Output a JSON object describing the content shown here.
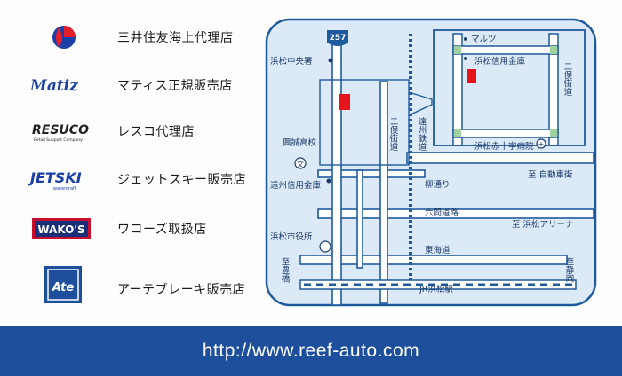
{
  "dealers": [
    {
      "label": "三井住友海上代理店",
      "logo": "mitsui-sumitomo-logo",
      "logo_text": ""
    },
    {
      "label": "マティス正規販売店",
      "logo": "matiz-logo",
      "logo_text": "Matiz"
    },
    {
      "label": "レスコ代理店",
      "logo": "resuco-logo",
      "logo_text": "RESUCO",
      "logo_subtext": "Retail Support Company"
    },
    {
      "label": "ジェットスキー販売店",
      "logo": "jetski-logo",
      "logo_text": "JETSKI",
      "logo_subtext": "watercraft"
    },
    {
      "label": "ワコーズ取扱店",
      "logo": "wakos-logo",
      "logo_text": "WAKO'S"
    },
    {
      "label": "アーテブレーキ販売店",
      "logo": "ate-logo",
      "logo_text": "Ate"
    }
  ],
  "map": {
    "route_number": "257",
    "labels": {
      "hamamatsu_police": "浜松中央署",
      "kohkou": "興誠高校",
      "enshu_shinkin": "遠州信用金庫",
      "hamamatsu_city_hall": "浜松市役所",
      "to_toyohashi": "至豊橋",
      "to_shizuoka": "至静岡",
      "to_jidousha": "至 自動車街",
      "to_arena": "至 浜松アリーナ",
      "ninomata_road": "二俣街道",
      "enshu_railway": "遠州鉄道",
      "yanagi_street": "柳通り",
      "rokken_road": "六間道路",
      "tokaido": "東海道",
      "jr_station": "JR浜松駅"
    },
    "inset": {
      "marutsu": "マルツ",
      "hamamatsu_shinkin": "浜松信用金庫",
      "ninomata_road": "二俣街道",
      "red_cross_hospital": "浜松赤十字病院"
    }
  },
  "footer": {
    "url": "http://www.reef-auto.com"
  },
  "colors": {
    "map_line": "#1e5a9e",
    "map_fill": "#dce9f6",
    "road_fill": "#ffffff",
    "shop": "#e8141c",
    "footer": "#1e4f9c",
    "signal": "#9fd29f"
  }
}
